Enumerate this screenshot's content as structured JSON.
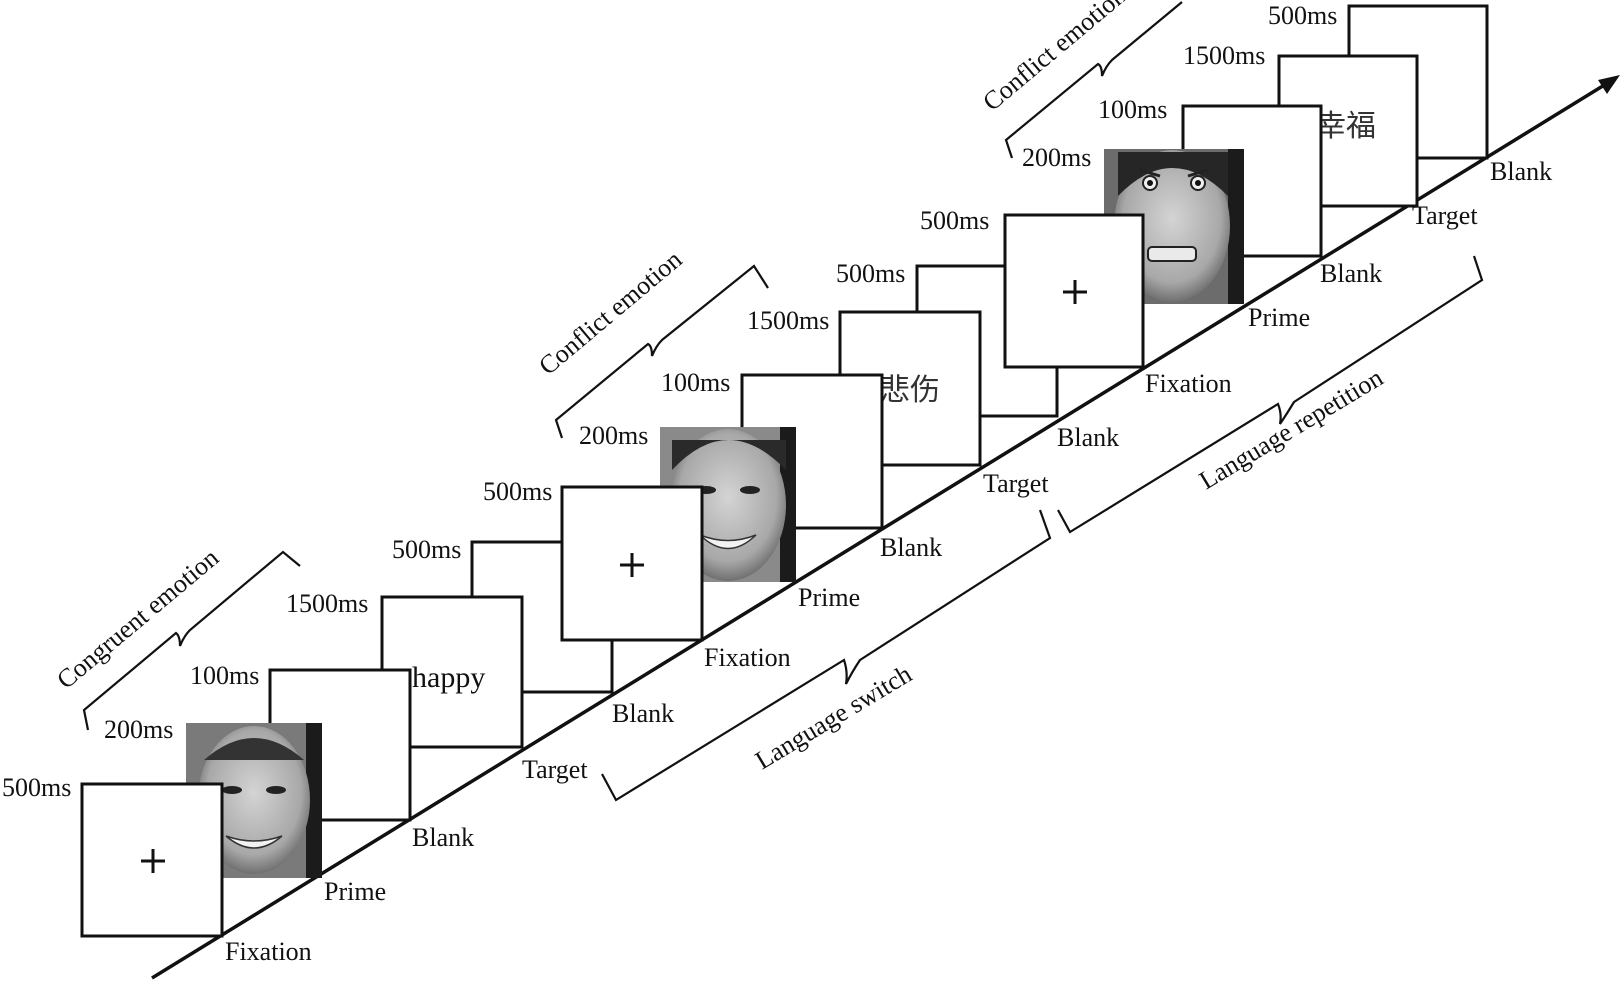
{
  "colors": {
    "ink": "#111111",
    "background": "#ffffff",
    "face_tone": "#b9b9b9"
  },
  "trials": [
    {
      "screens": [
        {
          "duration": "500ms",
          "label": "Fixation",
          "content": "+"
        },
        {
          "duration": "200ms",
          "label": "Prime",
          "content": "face-smiling-man"
        },
        {
          "duration": "100ms",
          "label": "Blank",
          "content": ""
        },
        {
          "duration": "1500ms",
          "label": "Target",
          "content": "happy"
        },
        {
          "duration": "500ms",
          "label": "Blank",
          "content": ""
        }
      ],
      "brace_label": "Congruent emotion"
    },
    {
      "screens": [
        {
          "duration": "500ms",
          "label": "Fixation",
          "content": "+"
        },
        {
          "duration": "200ms",
          "label": "Prime",
          "content": "face-smiling-woman"
        },
        {
          "duration": "100ms",
          "label": "Blank",
          "content": ""
        },
        {
          "duration": "1500ms",
          "label": "Target",
          "content": "悲伤"
        },
        {
          "duration": "500ms",
          "label": "Blank",
          "content": ""
        }
      ],
      "brace_label": "Conflict emotion"
    },
    {
      "screens": [
        {
          "duration": "500ms",
          "label": "Fixation",
          "content": "+"
        },
        {
          "duration": "200ms",
          "label": "Prime",
          "content": "face-angry-man"
        },
        {
          "duration": "100ms",
          "label": "Blank",
          "content": ""
        },
        {
          "duration": "1500ms",
          "label": "Target",
          "content": "幸福"
        },
        {
          "duration": "500ms",
          "label": "Blank",
          "content": ""
        }
      ],
      "brace_label": "Conflict emotion"
    }
  ],
  "lower_braces": [
    {
      "label": "Language switch"
    },
    {
      "label": "Language repetition"
    }
  ]
}
